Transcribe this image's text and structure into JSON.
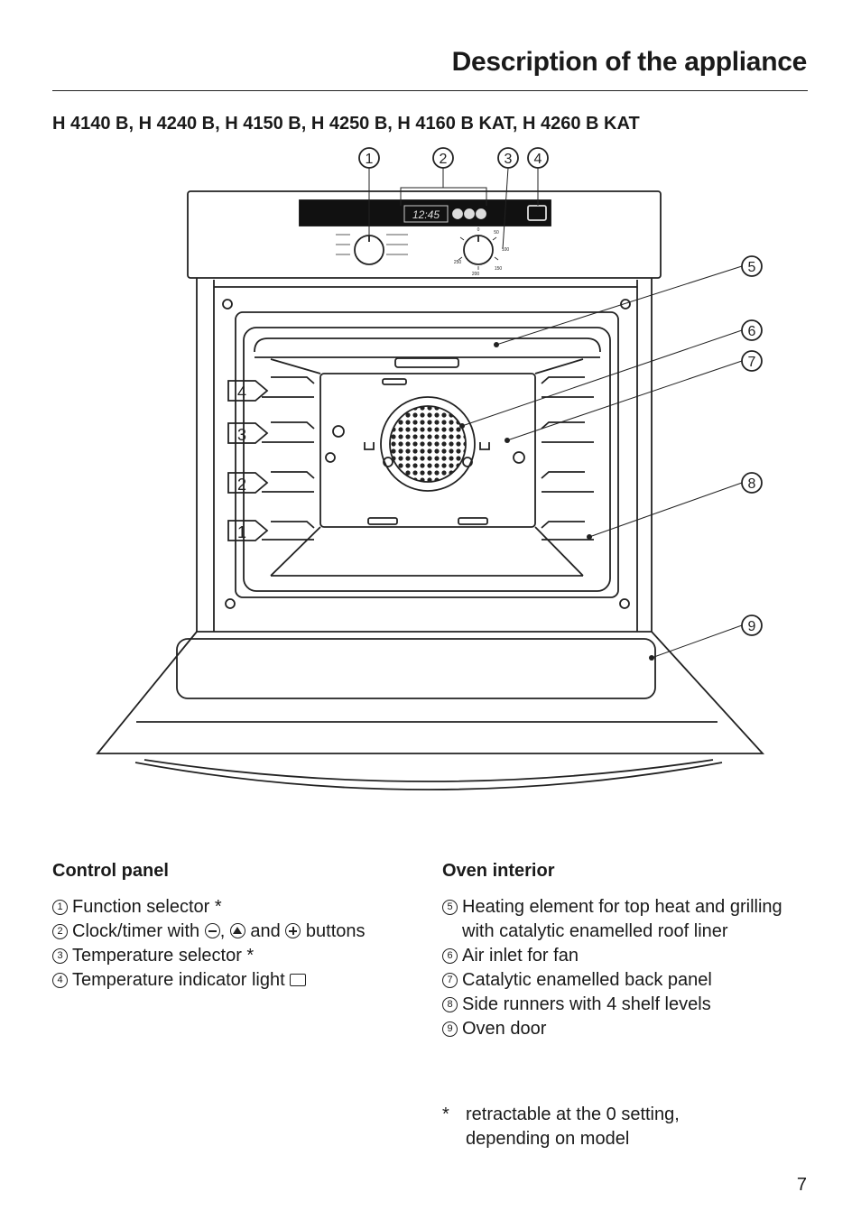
{
  "header": {
    "title": "Description of the appliance"
  },
  "models": "H 4140 B, H 4240 B, H 4150 B, H 4250 B, H 4160 B KAT, H 4260 B KAT",
  "figure": {
    "callouts": [
      "1",
      "2",
      "3",
      "4",
      "5",
      "6",
      "7",
      "8",
      "9"
    ],
    "display_time": "12:45",
    "shelf_levels": [
      "4",
      "3",
      "2",
      "1"
    ],
    "temp_marks": [
      "0",
      "50",
      "100",
      "150",
      "200",
      "250"
    ]
  },
  "control_panel": {
    "heading": "Control panel",
    "items": [
      {
        "num": "1",
        "text": "Function selector *"
      },
      {
        "num": "2",
        "text_a": "Clock/timer with",
        "text_b": ",",
        "text_c": "and",
        "text_d": "buttons"
      },
      {
        "num": "3",
        "text": "Temperature selector *"
      },
      {
        "num": "4",
        "text": "Temperature indicator light"
      }
    ]
  },
  "oven_interior": {
    "heading": "Oven interior",
    "items": [
      {
        "num": "5",
        "text": "Heating element for top heat and grilling with catalytic enamelled roof liner"
      },
      {
        "num": "6",
        "text": "Air inlet for fan"
      },
      {
        "num": "7",
        "text": "Catalytic enamelled back panel"
      },
      {
        "num": "8",
        "text": "Side runners with 4 shelf levels"
      },
      {
        "num": "9",
        "text": "Oven door"
      }
    ]
  },
  "footnote": {
    "star": "*",
    "text": "retractable at the 0 setting, depending on model"
  },
  "page_number": "7"
}
